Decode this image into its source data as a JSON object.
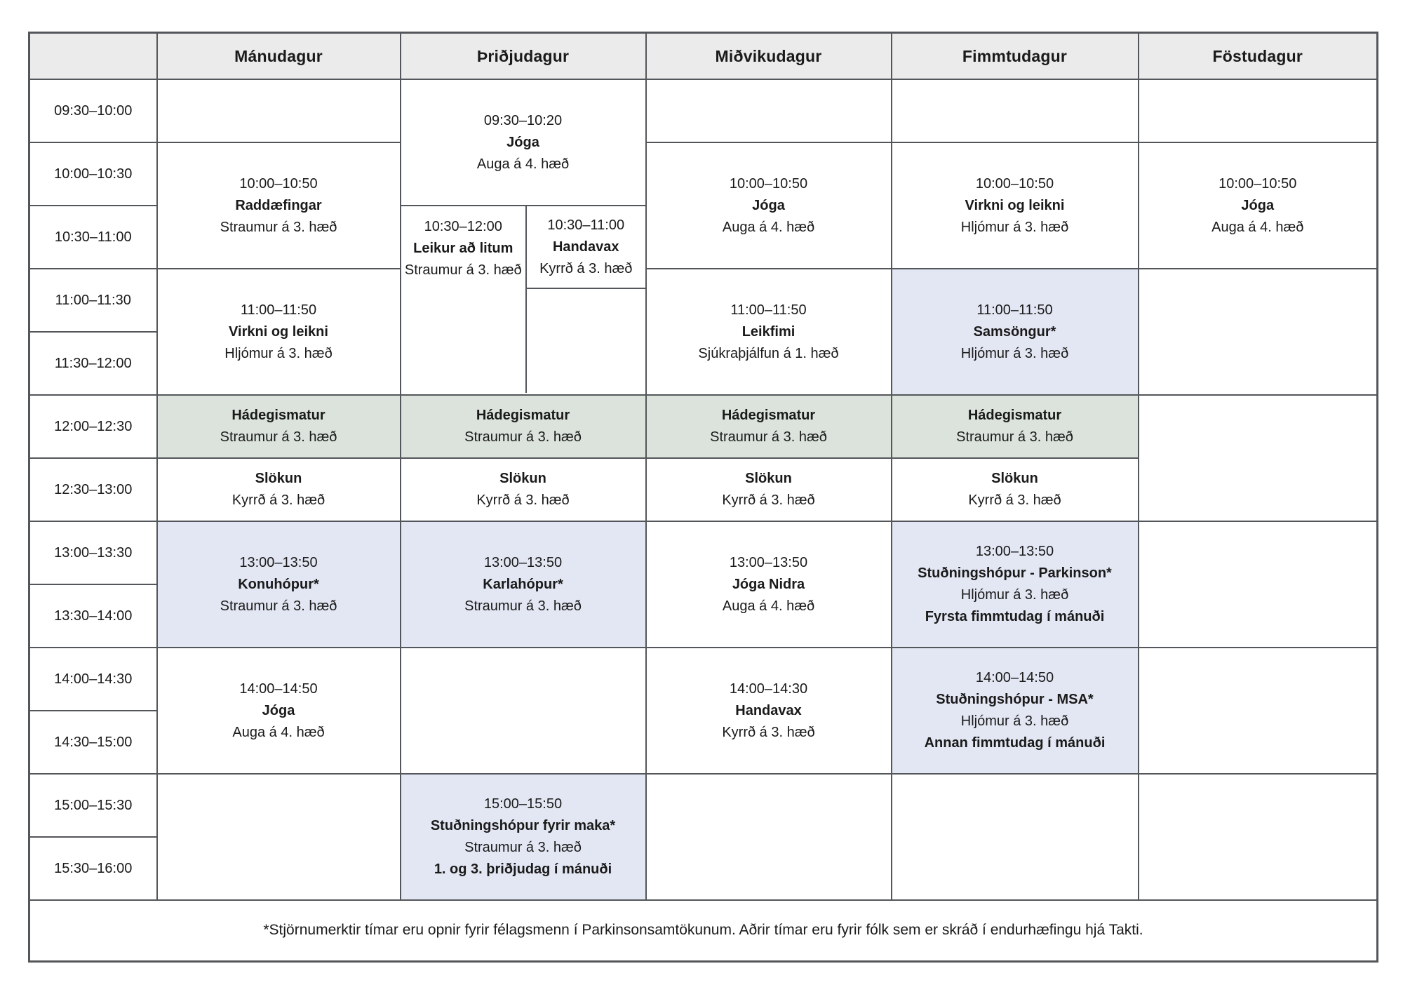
{
  "table": {
    "days": [
      "Mánudagur",
      "Þriðjudagur",
      "Miðvikudagur",
      "Fimmtudagur",
      "Föstudagur"
    ],
    "time_slots": [
      "09:30–10:00",
      "10:00–10:30",
      "10:30–11:00",
      "11:00–11:30",
      "11:30–12:00",
      "12:00–12:30",
      "12:30–13:00",
      "13:00–13:30",
      "13:30–14:00",
      "14:00–14:30",
      "14:30–15:00",
      "15:00–15:30",
      "15:30–16:00"
    ],
    "colors": {
      "header-bg": "#ebebeb",
      "lunch-bg": "#dbe3dc",
      "highlight-bg": "#e3e7f3",
      "border": "#53565a",
      "text": "#1a1a1a",
      "page-bg": "#ffffff"
    },
    "events": {
      "mon_raddaefingar": {
        "time": "10:00–10:50",
        "title": "Raddæfingar",
        "location": "Straumur á 3. hæð"
      },
      "mon_virkni": {
        "time": "11:00–11:50",
        "title": "Virkni og leikni",
        "location": "Hljómur á 3. hæð"
      },
      "mon_konuhopur": {
        "time": "13:00–13:50",
        "title": "Konuhópur*",
        "location": "Straumur á 3. hæð"
      },
      "mon_joga": {
        "time": "14:00–14:50",
        "title": "Jóga",
        "location": "Auga á 4. hæð"
      },
      "tue_joga": {
        "time": "09:30–10:20",
        "title": "Jóga",
        "location": "Auga á 4. hæð"
      },
      "tue_leikur": {
        "time": "10:30–12:00",
        "title": "Leikur að litum",
        "location": "Straumur á 3. hæð"
      },
      "tue_handavax": {
        "time": "10:30–11:00",
        "title": "Handavax",
        "location": "Kyrrð á 3. hæð"
      },
      "tue_karlahopur": {
        "time": "13:00–13:50",
        "title": "Karlahópur*",
        "location": "Straumur á 3. hæð"
      },
      "tue_maka": {
        "time": "15:00–15:50",
        "title": "Stuðningshópur fyrir maka*",
        "location": "Straumur á 3. hæð",
        "note": "1. og 3. þriðjudag í mánuði"
      },
      "wed_joga": {
        "time": "10:00–10:50",
        "title": "Jóga",
        "location": "Auga á 4. hæð"
      },
      "wed_leikfimi": {
        "time": "11:00–11:50",
        "title": "Leikfimi",
        "location": "Sjúkraþjálfun á 1. hæð"
      },
      "wed_joga_nidra": {
        "time": "13:00–13:50",
        "title": "Jóga Nidra",
        "location": "Auga á 4. hæð"
      },
      "wed_handavax": {
        "time": "14:00–14:30",
        "title": "Handavax",
        "location": "Kyrrð á 3. hæð"
      },
      "thu_virkni": {
        "time": "10:00–10:50",
        "title": "Virkni og leikni",
        "location": "Hljómur á 3. hæð"
      },
      "thu_samsongur": {
        "time": "11:00–11:50",
        "title": "Samsöngur*",
        "location": "Hljómur á 3. hæð"
      },
      "thu_parkinson": {
        "time": "13:00–13:50",
        "title": "Stuðningshópur - Parkinson*",
        "location": "Hljómur á 3. hæð",
        "note": "Fyrsta fimmtudag í mánuði"
      },
      "thu_msa": {
        "time": "14:00–14:50",
        "title": "Stuðningshópur - MSA*",
        "location": "Hljómur á 3. hæð",
        "note": "Annan fimmtudag í mánuði"
      },
      "fri_joga": {
        "time": "10:00–10:50",
        "title": "Jóga",
        "location": "Auga á 4. hæð"
      },
      "lunch": {
        "title": "Hádegismatur",
        "location": "Straumur á 3. hæð"
      },
      "slokun": {
        "title": "Slökun",
        "location": "Kyrrð á 3. hæð"
      }
    }
  },
  "footnote": "*Stjörnumerktir tímar eru opnir fyrir félagsmenn í Parkinsonsamtökunum. Aðrir tímar eru fyrir fólk sem er skráð í endurhæfingu hjá Takti."
}
